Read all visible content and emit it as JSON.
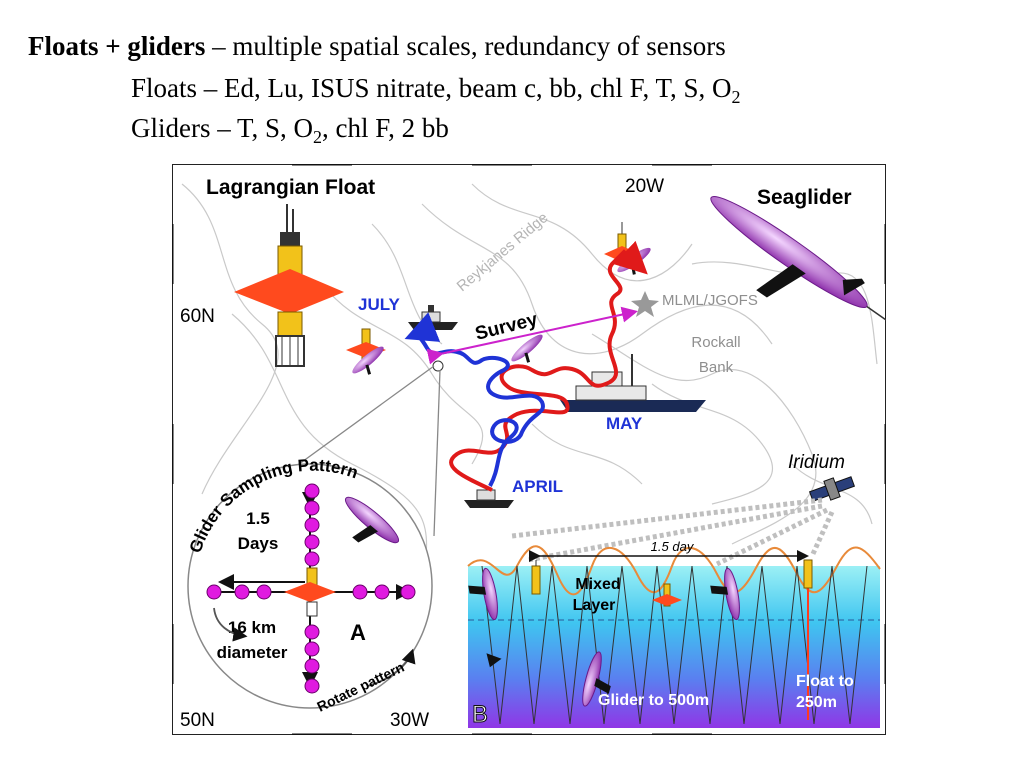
{
  "header": {
    "line1_bold": "Floats + gliders",
    "line1_rest": " – multiple spatial scales, redundancy of sensors",
    "line2_text": "Floats – Ed, Lu, ISUS nitrate, beam c, bb, chl F, T, S, O",
    "line2_sub": "2",
    "line3_pre": "Gliders – T, S, O",
    "line3_sub": "2",
    "line3_post": ", chl F, 2 bb"
  },
  "figure": {
    "title_float": "Lagrangian Float",
    "title_glider": "Seaglider",
    "lon_top": "20W",
    "lat_top": "60N",
    "lat_bottom": "50N",
    "lon_bottom": "30W",
    "ridge_label": "Reykjanes Ridge",
    "survey_label": "Survey",
    "station_label": "MLML/JGOFS",
    "bank_label_1": "Rockall",
    "bank_label_2": "Bank",
    "month_july": "JULY",
    "month_may": "MAY",
    "month_april": "APRIL",
    "iridium_label": "Iridium",
    "sampling_title": "Glider Sampling Pattern",
    "days_1": "1.5",
    "days_2": "Days",
    "diameter_1": "16 km",
    "diameter_2": "diameter",
    "panel_a": "A",
    "rotate_label": "Rotate pattern",
    "day_span": "1.5 day",
    "mixed_1": "Mixed",
    "mixed_2": "Layer",
    "glider_depth": "Glider to 500m",
    "float_depth_1": "Float to",
    "float_depth_2": "250m",
    "panel_b": "B",
    "colors": {
      "july_blue": "#1f33d6",
      "may_red": "#e01a1a",
      "survey_magenta": "#cc22cc",
      "float_orange": "#ff4a1e",
      "float_yellow": "#f2c21a",
      "glider_purple": "#9a3fb0",
      "ocean_top": "#8fe8f2",
      "ocean_bottom": "#8a3ee6"
    }
  }
}
